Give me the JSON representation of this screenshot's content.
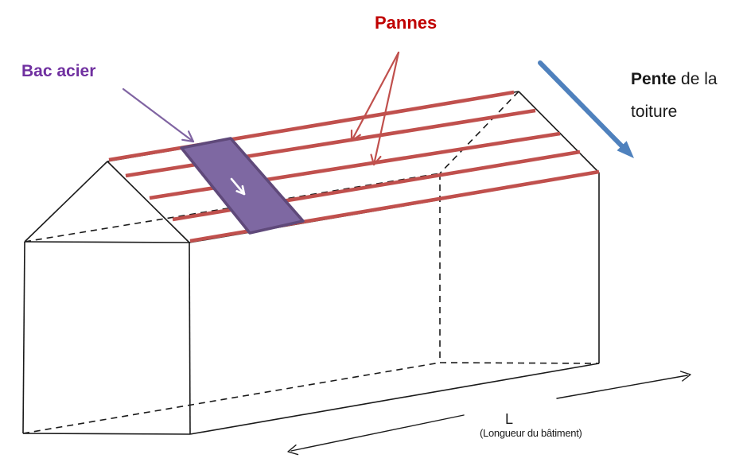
{
  "diagram": {
    "labels": {
      "pannes": "Pannes",
      "bac_acier": "Bac acier",
      "pente_bold": "Pente",
      "pente_rest": " de la",
      "pente_line2": "toiture",
      "length_symbol": "L",
      "length_caption": "(Longueur du bâtiment)"
    },
    "colors": {
      "pannes_text_red": "#C00000",
      "purlin_red": "#C0504D",
      "bac_acier_purple": "#7030A0",
      "pointer_purple": "#8064A2",
      "panel_fill": "#7E68A2",
      "panel_border": "#5F497A",
      "slope_arrow_blue": "#4F81BD",
      "line_black": "#1a1a1a"
    }
  }
}
